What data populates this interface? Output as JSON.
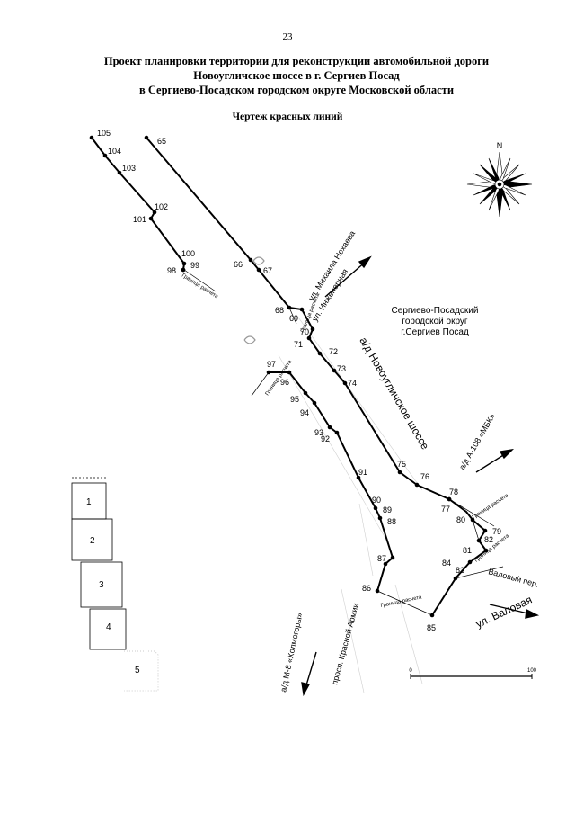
{
  "page_number": "23",
  "title_line1": "Проект планировки территории для реконструкции автомобильной дороги",
  "title_line2": "Новоугличское шоссе в г. Сергиев Посад",
  "title_line3": "в Сергиево-Посадском городском округе Московской области",
  "subtitle": "Чертеж красных линий",
  "district": [
    "Сергиево-Посадский",
    "городской округ",
    "г.Сергиев Посад"
  ],
  "compass_north": "N",
  "roads": {
    "novouglichskoe": "а/д Новоугличское шоссе",
    "nekhaeva": "ул. Михаила Нехаева",
    "inzhenernaya": "ул. Инженерная",
    "a108": "а/д А-108 «МБК»",
    "valovy": "Валовый пер.",
    "valovaya": "ул. Валовая",
    "m8": "а/д М-8 «Холмогоры»",
    "krasnoy_armii": "просп. Красной Армии"
  },
  "boundary_label": "Граница расчета",
  "scale": {
    "start": "0",
    "end": "100"
  },
  "key_sheets": [
    "1",
    "2",
    "3",
    "4",
    "5"
  ],
  "points": [
    {
      "n": "105"
    },
    {
      "n": "104"
    },
    {
      "n": "103"
    },
    {
      "n": "102"
    },
    {
      "n": "101"
    },
    {
      "n": "100"
    },
    {
      "n": "99"
    },
    {
      "n": "98"
    },
    {
      "n": "65"
    },
    {
      "n": "66"
    },
    {
      "n": "67"
    },
    {
      "n": "68"
    },
    {
      "n": "69"
    },
    {
      "n": "70"
    },
    {
      "n": "71"
    },
    {
      "n": "72"
    },
    {
      "n": "73"
    },
    {
      "n": "74"
    },
    {
      "n": "75"
    },
    {
      "n": "76"
    },
    {
      "n": "77"
    },
    {
      "n": "78"
    },
    {
      "n": "79"
    },
    {
      "n": "80"
    },
    {
      "n": "81"
    },
    {
      "n": "82"
    },
    {
      "n": "83"
    },
    {
      "n": "84"
    },
    {
      "n": "85"
    },
    {
      "n": "86"
    },
    {
      "n": "87"
    },
    {
      "n": "88"
    },
    {
      "n": "89"
    },
    {
      "n": "90"
    },
    {
      "n": "91"
    },
    {
      "n": "92"
    },
    {
      "n": "93"
    },
    {
      "n": "94"
    },
    {
      "n": "95"
    },
    {
      "n": "96"
    },
    {
      "n": "97"
    }
  ]
}
